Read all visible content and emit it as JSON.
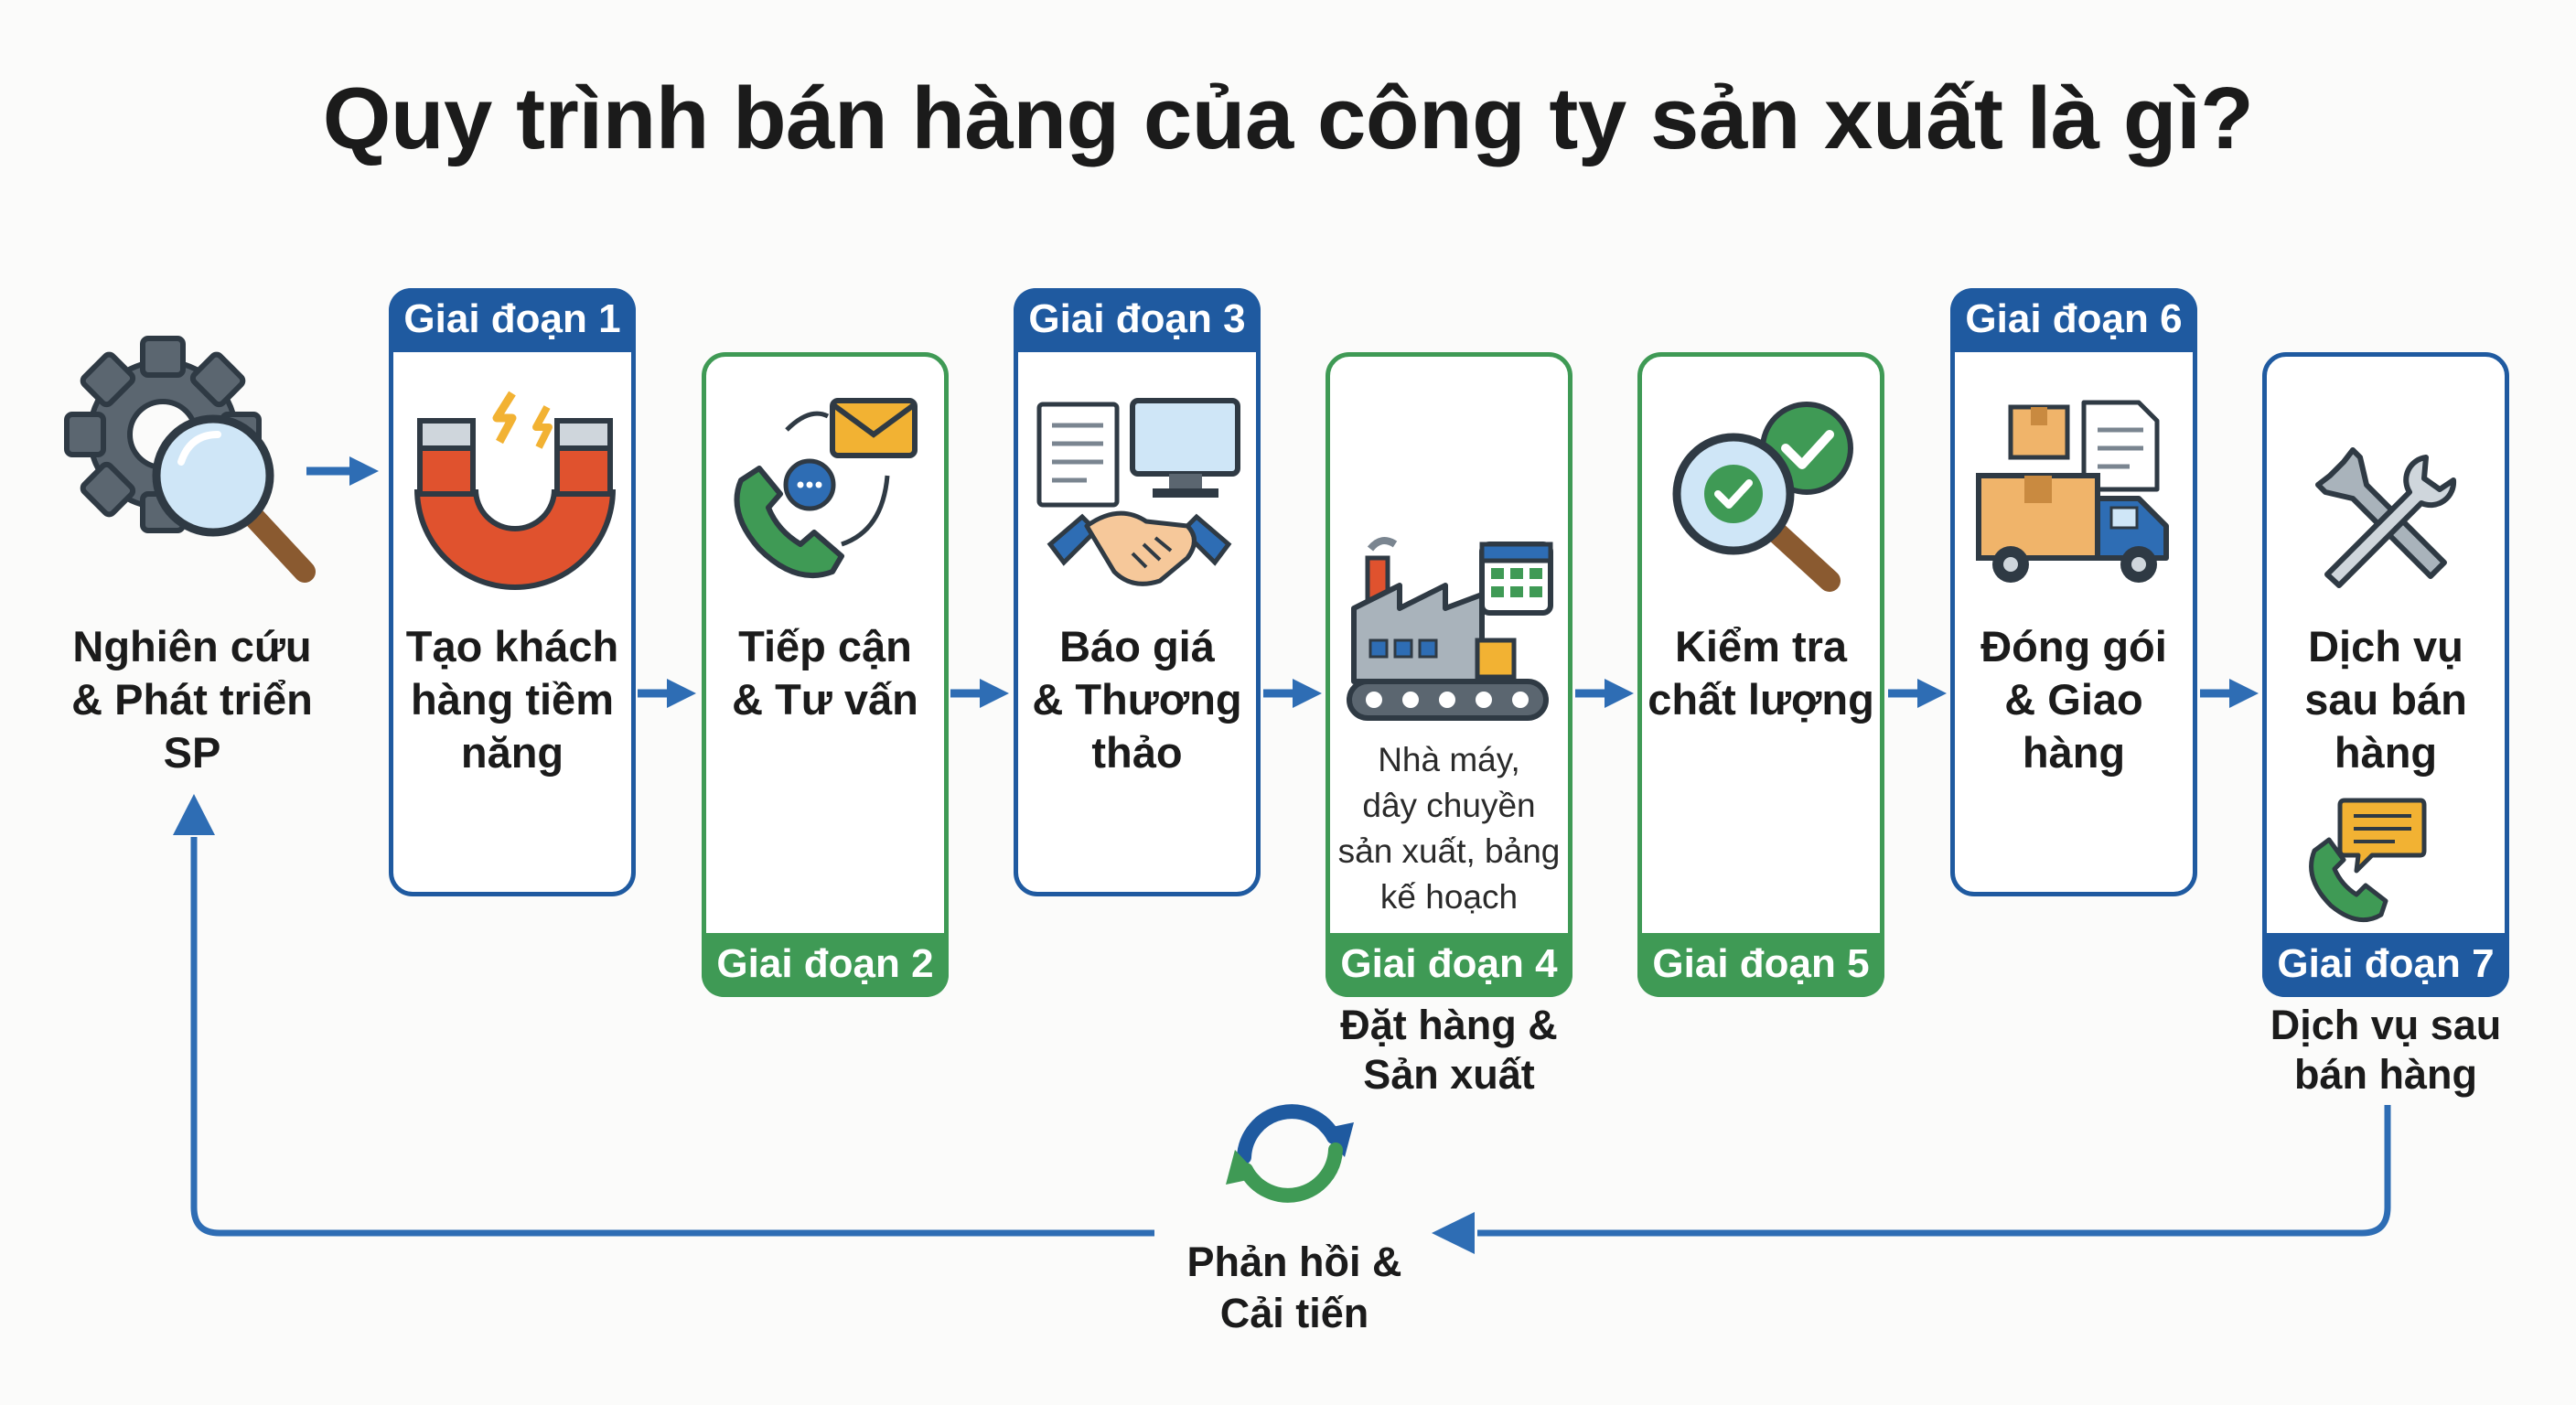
{
  "title": "Quy trình bán hàng của công ty sản xuất là gì?",
  "start": {
    "label": "Nghiên cứu\n& Phát triển\nSP",
    "icon": "gear-magnifier-icon"
  },
  "stages": [
    {
      "tag": "Giai đoạn 1",
      "label": "Tạo khách\nhàng tiềm\nnăng",
      "icon": "magnet-icon"
    },
    {
      "tag": "Giai đoạn 2",
      "label": "Tiếp cận\n& Tư vấn",
      "icon": "phone-envelope-icon"
    },
    {
      "tag": "Giai đoạn 3",
      "label": "Báo giá\n& Thương\nthảo",
      "icon": "handshake-icon"
    },
    {
      "tag": "Giai đoạn 4",
      "note": "Nhà máy,\ndây chuyền\nsản xuất, bảng\nkế hoạch",
      "caption": "Đặt hàng &\nSản xuất",
      "icon": "factory-icon"
    },
    {
      "tag": "Giai đoạn 5",
      "label": "Kiểm tra\nchất lượng",
      "icon": "quality-check-icon"
    },
    {
      "tag": "Giai đoạn 6",
      "label": "Đóng gói\n& Giao\nhàng",
      "icon": "delivery-truck-icon"
    },
    {
      "tag": "Giai đoạn 7",
      "label": "Dịch vụ\nsau bán\nhàng",
      "caption": "Dịch vụ sau\nbán hàng",
      "icon": "tools-icon"
    }
  ],
  "feedback": {
    "label": "Phản hồi &\nCải tiến",
    "icon": "cycle-arrows-icon"
  },
  "colors": {
    "blue": "#1f5aa0",
    "green": "#3f9a55",
    "arrow": "#2e6db4"
  }
}
